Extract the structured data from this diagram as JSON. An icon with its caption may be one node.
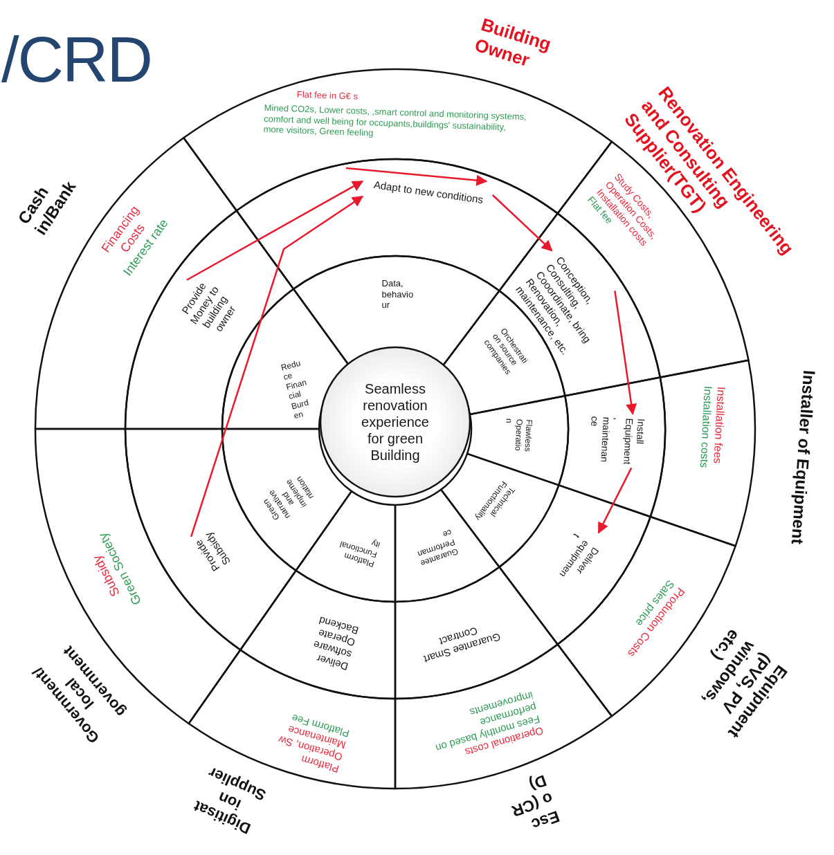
{
  "diagram": {
    "nodes": [
      {
        "text": [
          "Seamless renovation experience for green Building"
        ]
      },
      {
        "text": [
          "Building Owner",
          "Flat fee in G€ s",
          "Mined CO2s, Lower costs, ,smart control and monitoring systems, comfort and well being for occupants,buildings' sustainability, more visitors, Green feeling"
        ]
      },
      {
        "text": [
          "Adapt to new conditions"
        ]
      },
      {
        "text": [
          "Data, behavio ur"
        ]
      },
      {
        "text": [
          "Renovation Engineering and Consulting Supplier(TGT)",
          "Study Costs, Operation Costs, Installation costs",
          "Flat fee"
        ]
      },
      {
        "text": [
          "Conception, Consulting, Cooordinate, bring Renovation, maintenance, etc."
        ]
      },
      {
        "text": [
          "Orchestrati on source companies"
        ]
      },
      {
        "text": [
          "Installer of Equipment",
          "Installation fees",
          "Installation costs"
        ]
      },
      {
        "text": [
          "Install Equipment , maintenan ce"
        ]
      },
      {
        "text": [
          "Flawless Operatio n"
        ]
      },
      {
        "text": [
          "Equipment (PVS, PV windows, etc.)",
          "Production Costs",
          "Sales price"
        ]
      },
      {
        "text": [
          "Deliver equipmen t"
        ]
      },
      {
        "text": [
          "Technical Functionality"
        ]
      },
      {
        "text": [
          "Esc o (CR D)",
          "Operational costs",
          "Fees monthly based on performance improvements"
        ]
      },
      {
        "text": [
          "Guarantee Smart Contract"
        ]
      },
      {
        "text": [
          "Guarantee Performan ce"
        ]
      },
      {
        "text": [
          "Digitisat ion Supplier",
          "Platform Operation, Sw Maintenance",
          "Platform Fee"
        ]
      },
      {
        "text": [
          "Deliver software Operate Backend"
        ]
      },
      {
        "text": [
          "Platform Functional ity"
        ]
      },
      {
        "text": [
          "Government/ local government",
          "Subsidy",
          "Green Society"
        ]
      },
      {
        "text": [
          "Provide Subsidy"
        ]
      },
      {
        "text": [
          "Green narrative and impleme ntation"
        ]
      },
      {
        "text": [
          "Cash in/Bank",
          "Financing Costs",
          "Interest rate"
        ]
      },
      {
        "text": [
          "Provide Money to building owner"
        ]
      },
      {
        "text": [
          "Redu ce Finan cial Burd en"
        ]
      }
    ],
    "edges": [
      {
        "from": 23,
        "to": 2,
        "arrow": "to"
      },
      {
        "from": 20,
        "to": 2,
        "arrow": "to"
      },
      {
        "from": null,
        "to": 2,
        "arrow": "to"
      },
      {
        "from": 2,
        "to": 5,
        "arrow": "to"
      },
      {
        "from": 5,
        "to": 8,
        "arrow": "to"
      },
      {
        "from": 8,
        "to": 11,
        "arrow": "to"
      }
    ],
    "labels": [
      "/CRD"
    ]
  }
}
